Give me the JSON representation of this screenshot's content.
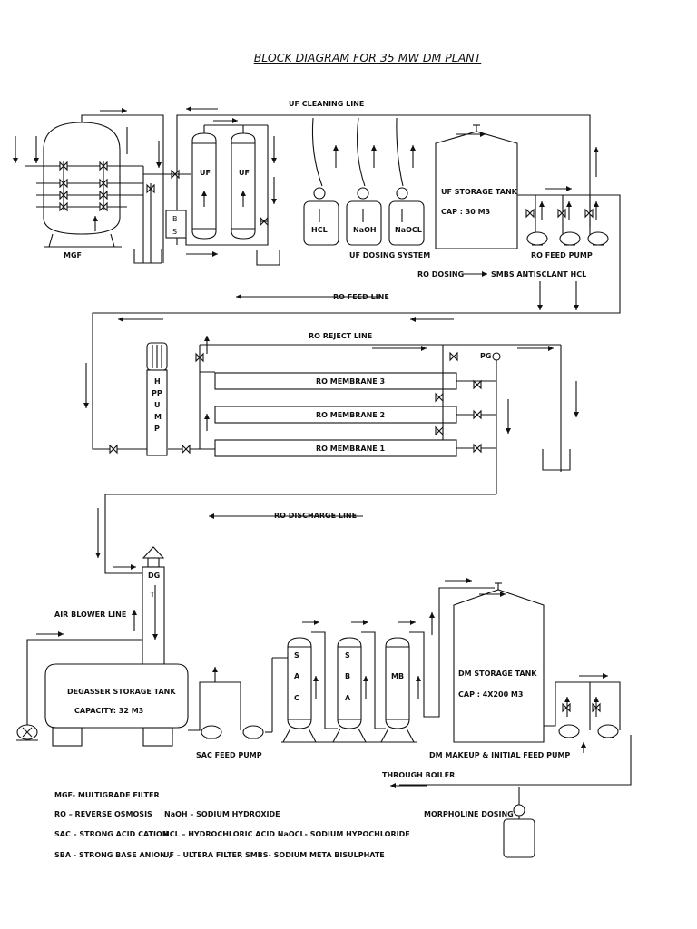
{
  "title": "BLOCK DIAGRAM FOR 35 MW DM PLANT",
  "lines": {
    "uf_cleaning": "UF CLEANING LINE",
    "ro_feed": "RO FEED LINE",
    "ro_reject": "RO REJECT LINE",
    "ro_discharge": "RO DISCHARGE LINE",
    "air_blower": "AIR BLOWER LINE"
  },
  "equipment": {
    "mgf": "MGF",
    "uf": "UF",
    "bs_b": "B",
    "bs_s": "S",
    "hcl": "HCL",
    "naoh": "NaOH",
    "naocl": "NaOCL",
    "uf_dosing": "UF DOSING SYSTEM",
    "uf_tank": "UF STORAGE TANK",
    "uf_tank_cap": "CAP :   30 M3",
    "ro_feed_pump": "RO FEED PUMP",
    "ro_dosing": "RO DOSING",
    "ro_dosing_chems": "SMBS   ANTISCLANT    HCL",
    "hp_pump": [
      "H",
      "PP",
      "U",
      "M",
      "P"
    ],
    "pg": "PG",
    "ro3": "RO MEMBRANE 3",
    "ro2": "RO MEMBRANE 2",
    "ro1": "RO MEMBRANE    1",
    "dgt": [
      "DG",
      "T"
    ],
    "degasser": "DEGASSER STORAGE TANK",
    "degasser_cap": "CAPACITY:  32 M3",
    "sac_feed_pump": "SAC FEED PUMP",
    "sac": [
      "S",
      "A",
      "C"
    ],
    "sba": [
      "S",
      "B",
      "A"
    ],
    "mb": "MB",
    "dm_tank": "DM STORAGE TANK",
    "dm_cap": "CAP : 4X200 M3",
    "dm_pump": "DM MAKEUP & INITIAL FEED PUMP",
    "through_boiler": "THROUGH   BOILER",
    "morpholine": "MORPHOLINE DOSING"
  },
  "legend": [
    "MGF- MULTIGRADE FILTER",
    "RO – REVERSE OSMOSIS",
    "NaOH – SODIUM HYDROXIDE",
    "SAC – STRONG ACID CATION",
    "HCL – HYDROCHLORIC ACID   NaOCL- SODIUM HYPOCHLORIDE",
    "SBA - STRONG BASE ANION   ,",
    "UF – ULTERA FILTER   SMBS- SODIUM META BISULPHATE"
  ]
}
